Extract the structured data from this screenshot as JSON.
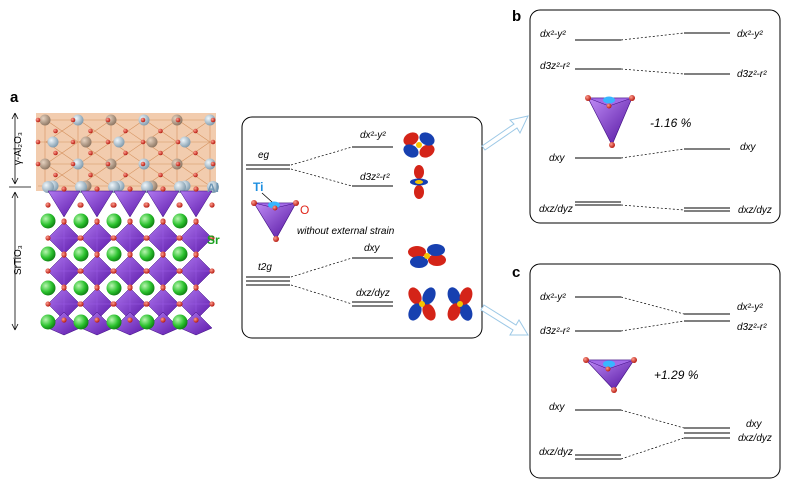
{
  "panels": {
    "a": "a",
    "b": "b",
    "c": "c"
  },
  "structure": {
    "gamma_al2o3_label": "γ-Al₂O₃",
    "srtio3_label": "SrTiO₃",
    "al_label": "Al",
    "sr_label": "Sr"
  },
  "center": {
    "eg": "eg",
    "t2g": "t2g",
    "dx2y2": "dx²-y²",
    "dz2": "d3z²-r²",
    "dxy": "dxy",
    "dxzyz": "dxz/dyz",
    "ti": "Ti",
    "o": "O",
    "caption": "without external strain"
  },
  "panel_b": {
    "strain": "-1.16 %",
    "left": {
      "dx2y2": "dx²-y²",
      "dz2": "d3z²-r²",
      "dxy": "dxy",
      "dxzyz": "dxz/dyz"
    },
    "right": {
      "dx2y2": "dx²-y²",
      "dz2": "d3z²-r²",
      "dxy": "dxy",
      "dxzyz": "dxz/dyz"
    }
  },
  "panel_c": {
    "strain": "+1.29 %",
    "left": {
      "dx2y2": "dx²-y²",
      "dz2": "d3z²-r²",
      "dxy": "dxy",
      "dxzyz": "dxz/dyz"
    },
    "right": {
      "dx2y2": "dx²-y²",
      "dz2": "d3z²-r²",
      "dxy": "dxy",
      "dxzyz": "dxz/dyz"
    }
  },
  "colors": {
    "octahedron": "#7b2fd0",
    "oxygen": "#e0261b",
    "strontium": "#22c22a",
    "aluminum": "#9fb9c9",
    "alumina_bg": "#e8a36b",
    "arrow": "#a8cde6"
  }
}
